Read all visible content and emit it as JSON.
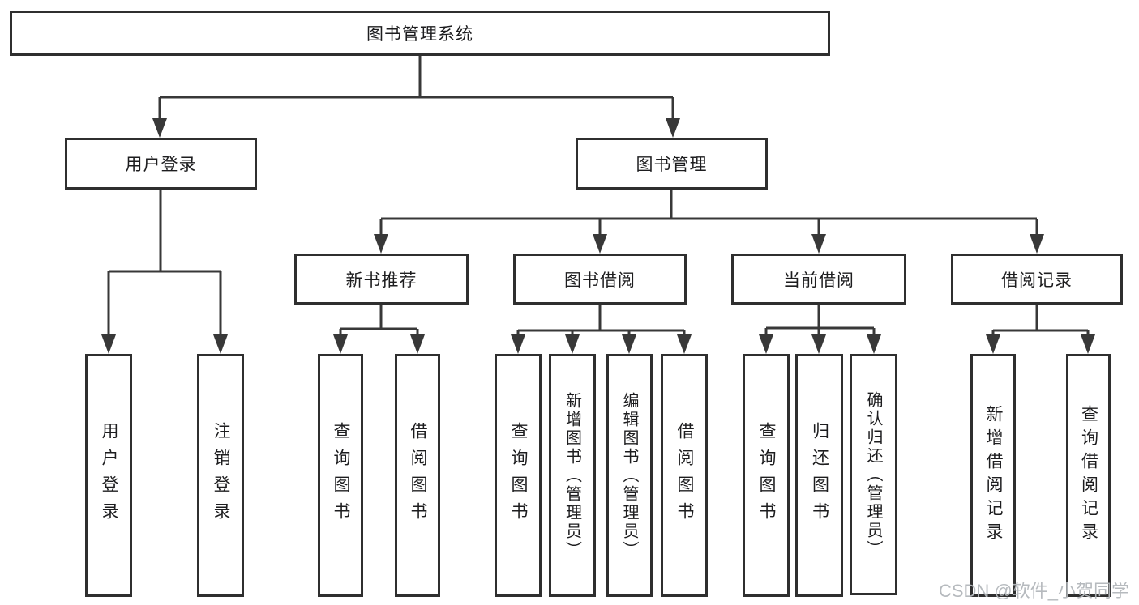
{
  "nodes": {
    "root": "图书管理系统",
    "user_login_group": "用户登录",
    "book_management": "图书管理",
    "user_login": "用户登录",
    "logout": "注销登录",
    "new_book_recommend": "新书推荐",
    "book_borrowing": "图书借阅",
    "current_borrowing": "当前借阅",
    "borrowing_records": "借阅记录",
    "nbr_query_books": "查询图书",
    "nbr_borrow_books": "借阅图书",
    "bb_query_books": "查询图书",
    "bb_add_books_admin": "新增图书（管理员）",
    "bb_edit_books_admin": "编辑图书（管理员）",
    "bb_borrow_books": "借阅图书",
    "cb_query_books": "查询图书",
    "cb_return_books": "归还图书",
    "cb_confirm_return_admin": "确认归还（管理员）",
    "br_add_record": "新增借阅记录",
    "br_query_record": "查询借阅记录"
  },
  "watermark": "CSDN @软件_小贺同学"
}
